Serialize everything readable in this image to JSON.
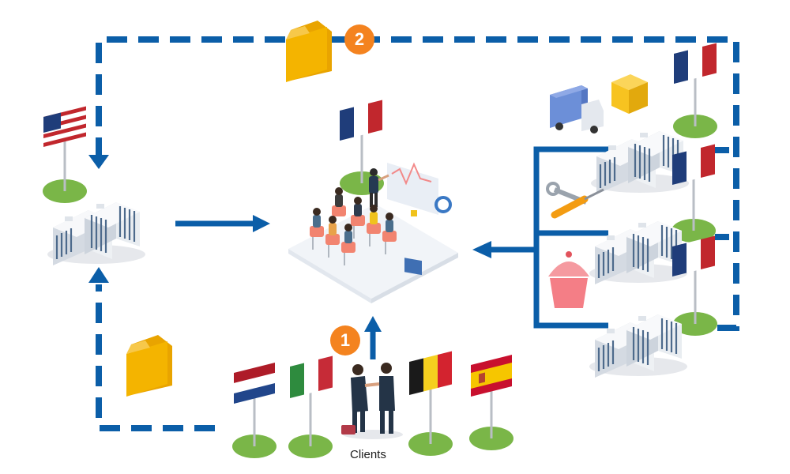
{
  "labels": {
    "clients": "Clients",
    "step1": "1",
    "step2": "2"
  },
  "colors": {
    "flow_blue": "#0b5ea8",
    "step_orange": "#f4831f",
    "grass_green": "#7ab648",
    "folder_yellow": "#f4b400",
    "truck_blue": "#6c8fd8",
    "box_yellow": "#f7c320",
    "cupcake_pink": "#f59aa0"
  },
  "flags": {
    "usa": "usa-flag-icon",
    "france": "france-flag-icon",
    "netherlands": "netherlands-flag-icon",
    "italy": "italy-flag-icon",
    "belgium": "belgium-flag-icon",
    "spain": "spain-flag-icon"
  }
}
